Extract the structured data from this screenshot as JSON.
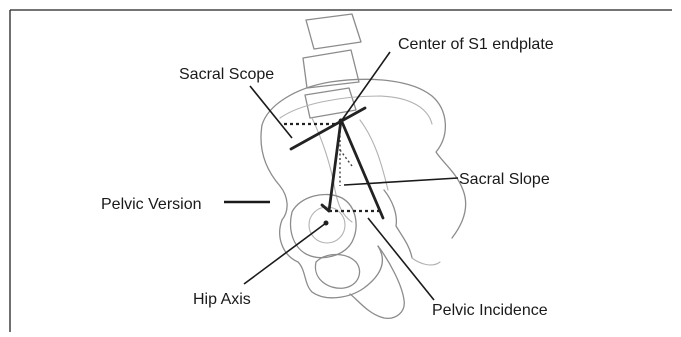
{
  "labels": {
    "center_s1": "Center of S1 endplate",
    "sacral_scope": "Sacral Scope",
    "sacral_slope": "Sacral Slope",
    "pelvic_version": "Pelvic Version",
    "hip_axis": "Hip Axis",
    "pelvic_incidence": "Pelvic Incidence"
  }
}
